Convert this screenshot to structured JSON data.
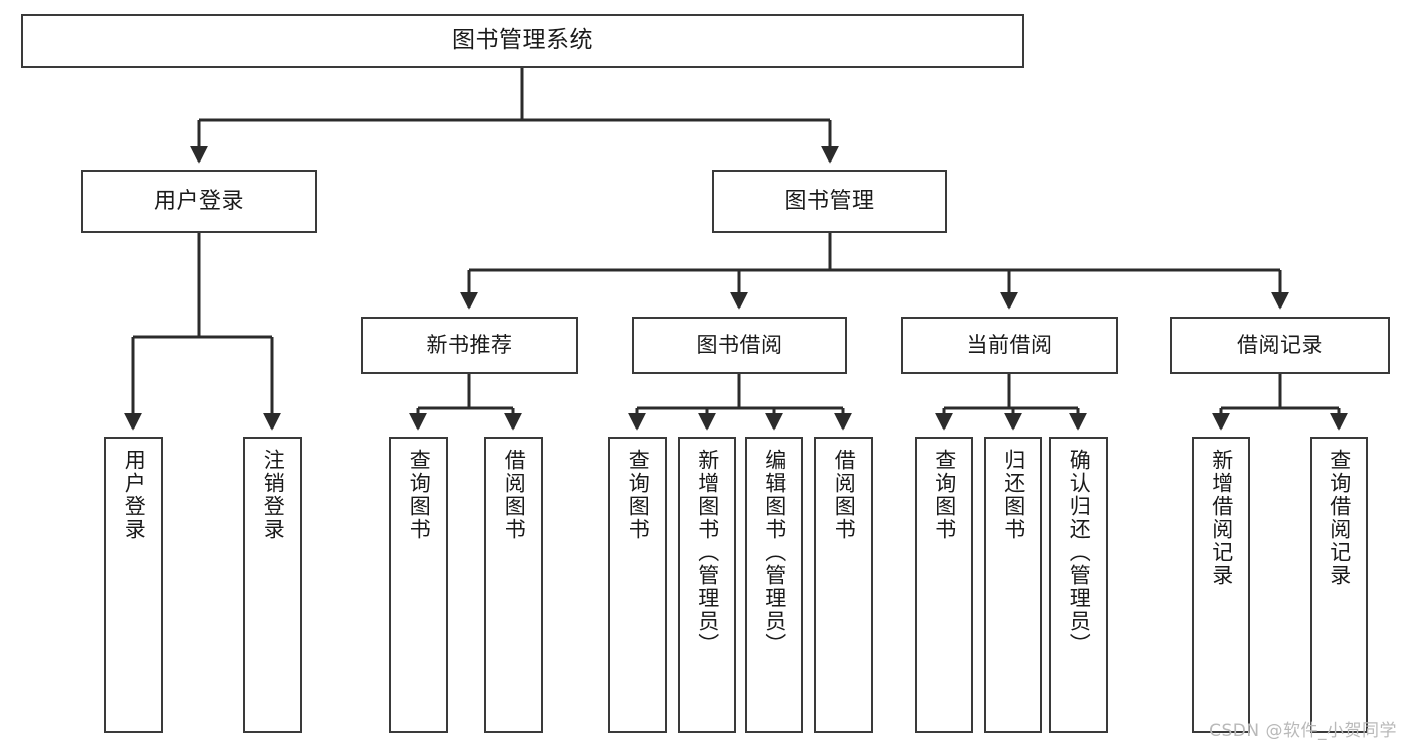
{
  "diagram": {
    "title": "图书管理系统",
    "type": "hierarchy-tree",
    "watermark": "CSDN @软件_小贺同学",
    "colors": {
      "box_border": "#3a3a3a",
      "box_fill": "#ffffff",
      "connector": "#2b2b2b",
      "text": "#1a1a1a",
      "watermark": "#b9b9b9",
      "background": "#ffffff"
    },
    "root": {
      "label": "图书管理系统"
    },
    "level2": [
      {
        "label": "用户登录"
      },
      {
        "label": "图书管理"
      }
    ],
    "level3": [
      {
        "label": "新书推荐"
      },
      {
        "label": "图书借阅"
      },
      {
        "label": "当前借阅"
      },
      {
        "label": "借阅记录"
      }
    ],
    "leaves": {
      "user_login": [
        {
          "label": "用户登录"
        },
        {
          "label": "注销登录"
        }
      ],
      "new_book": [
        {
          "label": "查询图书"
        },
        {
          "label": "借阅图书"
        }
      ],
      "book_borrow": [
        {
          "label": "查询图书"
        },
        {
          "label": "新增图书（管理员）"
        },
        {
          "label": "编辑图书（管理员）"
        },
        {
          "label": "借阅图书"
        }
      ],
      "current_borrow": [
        {
          "label": "查询图书"
        },
        {
          "label": "归还图书"
        },
        {
          "label": "确认归还（管理员）"
        }
      ],
      "borrow_record": [
        {
          "label": "新增借阅记录"
        },
        {
          "label": "查询借阅记录"
        }
      ]
    }
  }
}
